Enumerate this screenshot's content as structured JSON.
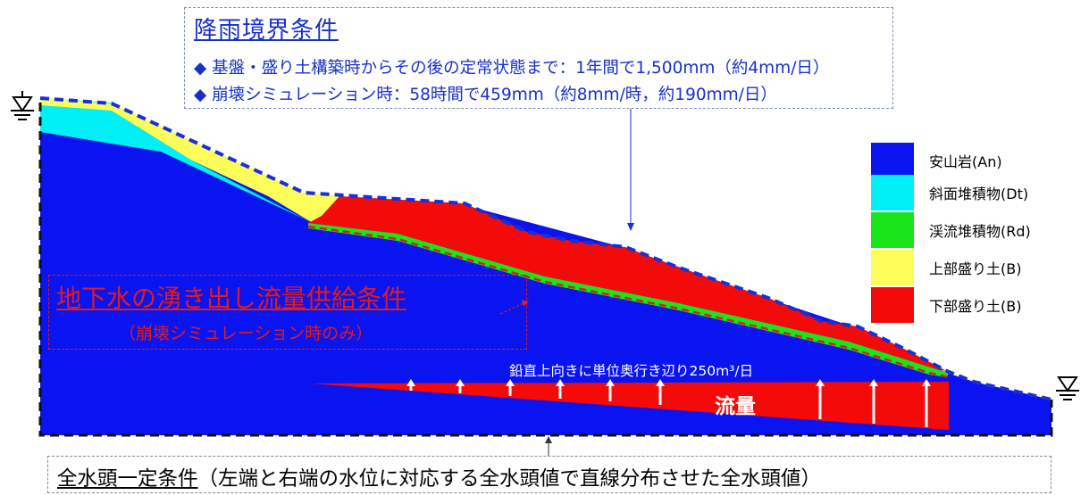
{
  "rain_boundary": {
    "title": "降雨境界条件",
    "line1": "◆ 基盤・盛り土構築時からその後の定常状態まで：1年間で1,500mm（約4mm/日）",
    "line2": "◆ 崩壊シミュレーション時：58時間で459mm（約8mm/時，約190mm/日）"
  },
  "legend": [
    {
      "label": "安山岩(An)",
      "color": "#0a14f0"
    },
    {
      "label": "斜面堆積物(Dt)",
      "color": "#00f0f5"
    },
    {
      "label": "渓流堆積物(Rd)",
      "color": "#19e619"
    },
    {
      "label": "上部盛り土(B)",
      "color": "#fdfd5a"
    },
    {
      "label": "下部盛り土(B)",
      "color": "#f50a0a"
    }
  ],
  "groundwater": {
    "title": "地下水の湧き出し流量供給条件",
    "subtitle": "（崩壊シミュレーション時のみ）"
  },
  "flow": {
    "note": "鉛直上向きに単位奥行き辺り250m³/日",
    "label": "流量"
  },
  "head_boundary": {
    "underlined": "全水頭一定条件",
    "rest": "（左端と右端の水位に対応する全水頭値で直線分布させた全水頭値）"
  },
  "colors": {
    "boundary_blue": "#1a2fd6",
    "annotation_red": "#e31a1a",
    "bedrock": "#0a14f0"
  },
  "icons": [
    "water-level-left-icon",
    "water-level-right-icon"
  ]
}
